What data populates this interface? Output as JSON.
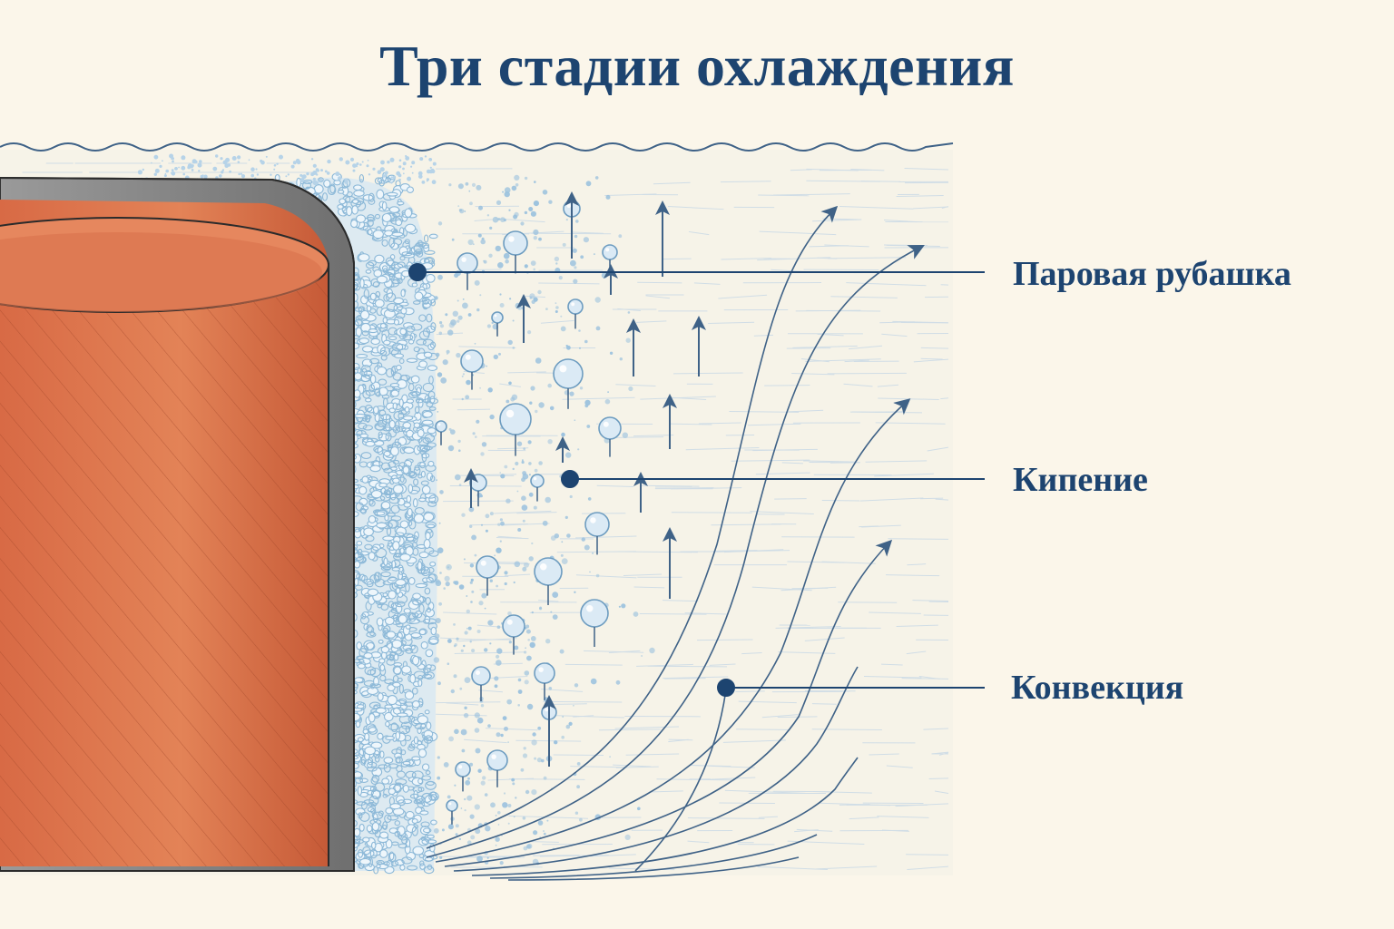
{
  "title": "Три стадии охлаждения",
  "labels": {
    "vapor_jacket": "Паровая рубашка",
    "boiling": "Кипение",
    "convection": "Конвекция"
  },
  "colors": {
    "background": "#fbf6ea",
    "ink": "#1d4470",
    "metal": "#dd6f4a",
    "metal_dark": "#b9502f",
    "steel_wall": "#8b8b8b",
    "vapor": "#cfe3f0",
    "bubble": "#a9cde5",
    "flow_line": "#3f6287"
  },
  "icons": {
    "vapor": "granular-vapor-layer",
    "bubble": "rising-bubble-icon",
    "arrow": "up-arrow-icon"
  }
}
